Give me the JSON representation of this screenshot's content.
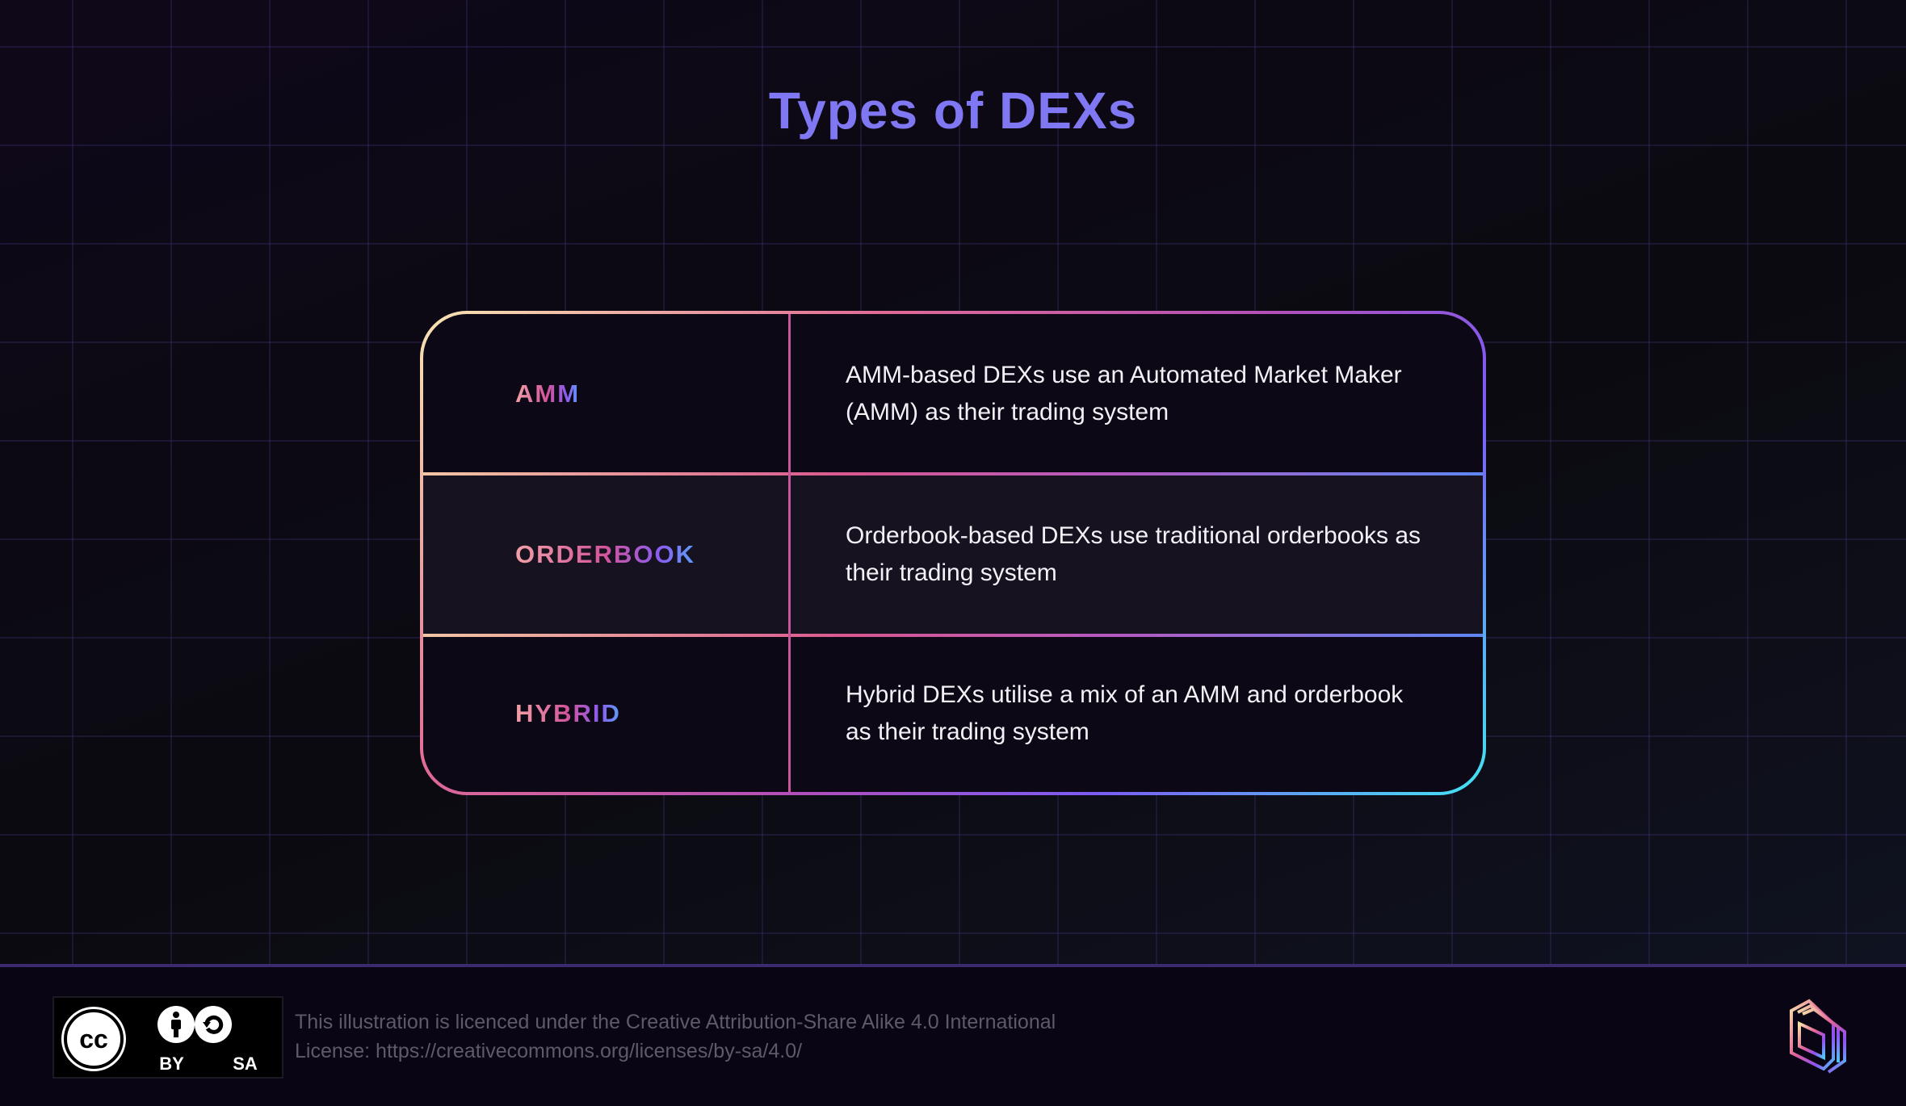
{
  "title": "Types of DEXs",
  "rows": [
    {
      "label": "AMM",
      "description": "AMM-based DEXs use an Automated Market Maker (AMM) as their trading system"
    },
    {
      "label": "ORDERBOOK",
      "description": "Orderbook-based DEXs use traditional orderbooks as their trading system"
    },
    {
      "label": "HYBRID",
      "description": "Hybrid DEXs utilise a mix of an AMM and orderbook as their trading system"
    }
  ],
  "footer": {
    "badge": {
      "cc": "cc",
      "by": "BY",
      "sa": "SA"
    },
    "license_line1": "This illustration is licenced under the Creative Attribution-Share Alike 4.0 International",
    "license_line2": "License: https://creativecommons.org/licenses/by-sa/4.0/"
  },
  "colors": {
    "title": "#7f78f2",
    "accent_pink": "#d9588f",
    "accent_cyan": "#42e6f2"
  }
}
